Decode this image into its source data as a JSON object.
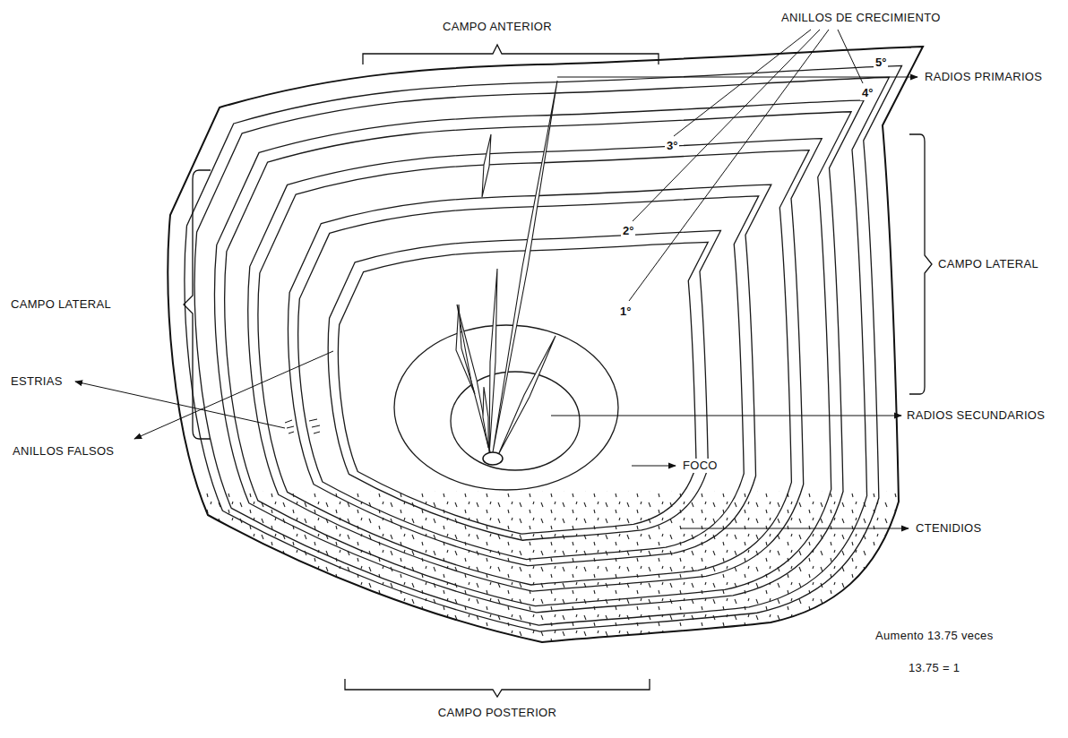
{
  "diagram": {
    "labels": [
      "CAMPO ANTERIOR",
      "ANILLOS DE CRECIMIENTO",
      "5°",
      "RADIOS PRIMARIOS",
      "4°",
      "3°",
      "CAMPO LATERAL",
      "2°",
      "CAMPO LATERAL",
      "1°",
      "ESTRIAS",
      "RADIOS SECUNDARIOS",
      "ANILLOS FALSOS",
      "FOCO",
      "CTENIDIOS",
      "Aumento 13.75 veces",
      "13.75 = 1",
      "CAMPO POSTERIOR"
    ]
  }
}
